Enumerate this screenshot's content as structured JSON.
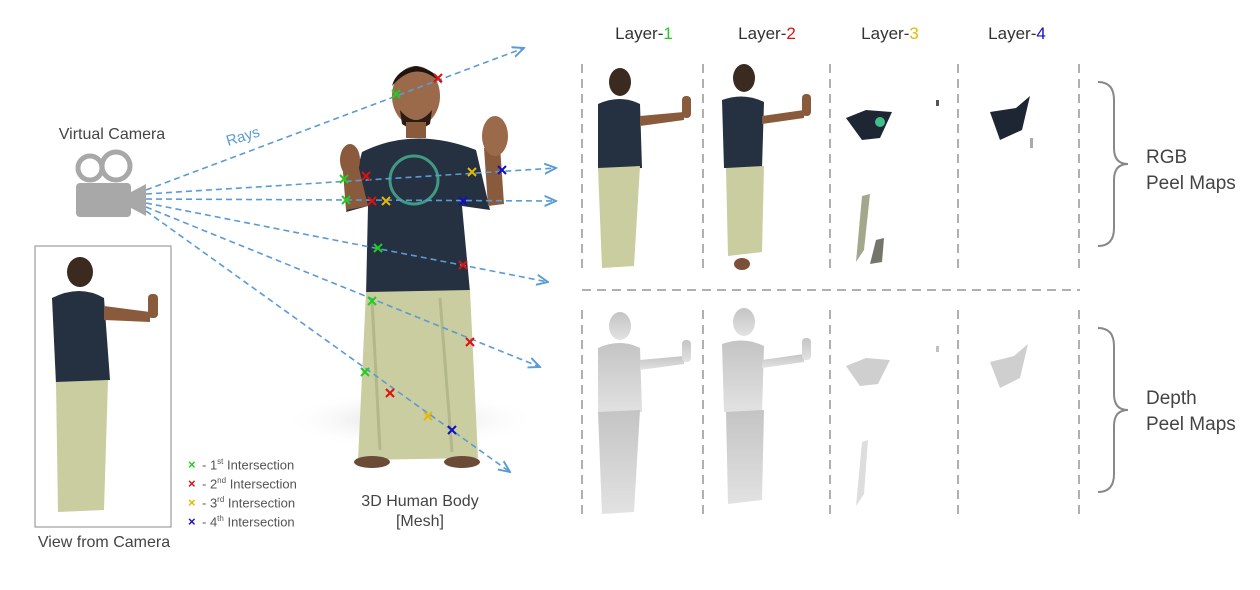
{
  "camera": {
    "label": "Virtual Camera",
    "rays_label": "Rays"
  },
  "view_label": "View from Camera",
  "body_label": {
    "line1": "3D Human Body",
    "line2": "[Mesh]"
  },
  "layers": [
    {
      "prefix": "Layer-",
      "num": "1",
      "color": "#22cc22"
    },
    {
      "prefix": "Layer-",
      "num": "2",
      "color": "#dd1111"
    },
    {
      "prefix": "Layer-",
      "num": "3",
      "color": "#e8b800"
    },
    {
      "prefix": "Layer-",
      "num": "4",
      "color": "#1111bb"
    }
  ],
  "rgb_label": {
    "line1": "RGB",
    "line2": "Peel Maps"
  },
  "depth_label": {
    "line1": "Depth",
    "line2": "Peel Maps"
  },
  "legend": [
    {
      "marker": "×",
      "pre": "- 1",
      "sup": "st",
      "post": " Intersection",
      "color": "#22cc22"
    },
    {
      "marker": "×",
      "pre": "- 2",
      "sup": "nd",
      "post": " Intersection",
      "color": "#dd1111"
    },
    {
      "marker": "×",
      "pre": "- 3",
      "sup": "rd",
      "post": " Intersection",
      "color": "#e8b800"
    },
    {
      "marker": "×",
      "pre": "- 4",
      "sup": "th",
      "post": " Intersection",
      "color": "#1111bb"
    }
  ],
  "colors": {
    "ray": "#5a9bd5",
    "shirt": "#253040",
    "lungi": "#c9cda0",
    "skin": "#8a5a3c",
    "depth": "#bdbdbd"
  }
}
